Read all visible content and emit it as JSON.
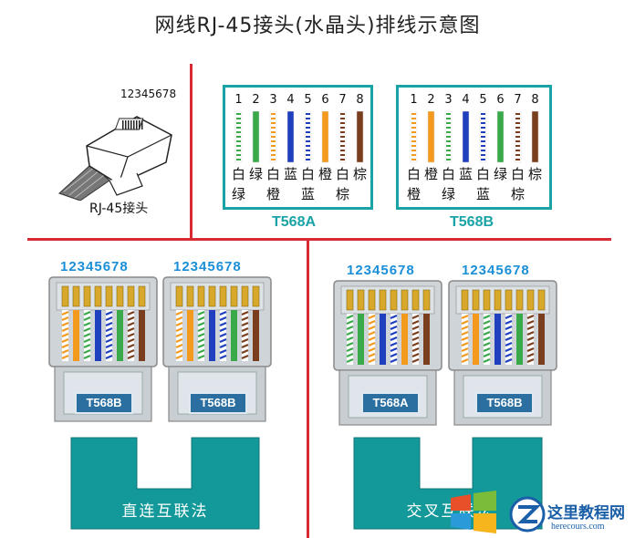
{
  "title": "网线RJ-45接头(水晶头)排线示意图",
  "rj45": {
    "pin_numbers": "12345678",
    "label": "RJ-45接头"
  },
  "standards": [
    {
      "name": "T568A",
      "pins": [
        "1",
        "2",
        "3",
        "4",
        "5",
        "6",
        "7",
        "8"
      ],
      "colors_top": [
        "白",
        "绿",
        "白",
        "蓝",
        "白",
        "橙",
        "白",
        "棕"
      ],
      "colors_bottom": [
        "绿",
        "",
        "橙",
        "",
        "蓝",
        "",
        "棕",
        ""
      ],
      "wires": [
        "#3aa94a",
        "#3aa94a",
        "#f39a1e",
        "#1f3fbf",
        "#1f3fbf",
        "#f39a1e",
        "#7a3e1e",
        "#7a3e1e"
      ],
      "striped": [
        true,
        false,
        true,
        false,
        true,
        false,
        true,
        false
      ]
    },
    {
      "name": "T568B",
      "pins": [
        "1",
        "2",
        "3",
        "4",
        "5",
        "6",
        "7",
        "8"
      ],
      "colors_top": [
        "白",
        "橙",
        "白",
        "蓝",
        "白",
        "绿",
        "白",
        "棕"
      ],
      "colors_bottom": [
        "橙",
        "",
        "绿",
        "",
        "蓝",
        "",
        "棕",
        ""
      ],
      "wires": [
        "#f39a1e",
        "#f39a1e",
        "#3aa94a",
        "#1f3fbf",
        "#1f3fbf",
        "#3aa94a",
        "#7a3e1e",
        "#7a3e1e"
      ],
      "striped": [
        true,
        false,
        true,
        false,
        true,
        false,
        true,
        false
      ]
    }
  ],
  "straight": {
    "pin_numbers": "12345678",
    "left": "T568B",
    "right": "T568B",
    "caption": "直连互联法"
  },
  "crossover": {
    "pin_numbers": "12345678",
    "left": "T568A",
    "right": "T568B",
    "caption": "交叉互联法"
  },
  "watermark": {
    "brand": "这里教程网",
    "url": "herecours.com"
  },
  "colors": {
    "teal": "#1aa3a6",
    "red": "#d62b33",
    "blue": "#1a8fd8"
  }
}
